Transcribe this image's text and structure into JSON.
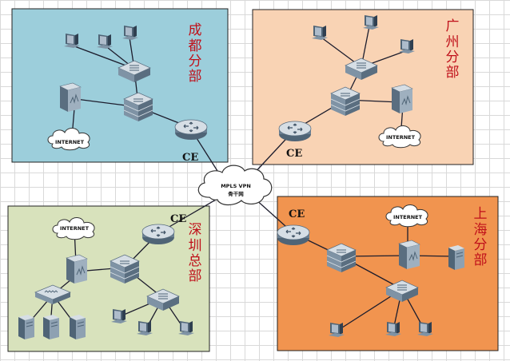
{
  "colors": {
    "chengdu": "#9ccedb",
    "guangzhou": "#f9d3b4",
    "shenzhen": "#d8e2bc",
    "shanghai": "#f1944f",
    "title_text": "#c0101a",
    "link": "#1d1d2d",
    "device_top": "#d6dee5",
    "device_body": "#7f93a5",
    "device_dark": "#4f6476"
  },
  "regions": {
    "chengdu": {
      "title_chars": [
        "成",
        "都",
        "分",
        "部"
      ],
      "ce_label": "CE",
      "internet_label": "INTERNET"
    },
    "guangzhou": {
      "title_chars": [
        "广",
        "州",
        "分",
        "部"
      ],
      "ce_label": "CE",
      "internet_label": "INTERNET"
    },
    "shenzhen": {
      "title_chars": [
        "深",
        "圳",
        "总",
        "部"
      ],
      "ce_label": "CE",
      "internet_label": "INTERNET"
    },
    "shanghai": {
      "title_chars": [
        "上",
        "海",
        "分",
        "部"
      ],
      "ce_label": "CE",
      "internet_label": "INTERNET"
    }
  },
  "backbone": {
    "line1": "MPLS VPN",
    "line2": "骨干网"
  },
  "icons": {
    "router": "router-icon",
    "switch": "switch-icon",
    "core_switch": "core-switch-icon",
    "firewall": "firewall-icon",
    "pc": "pc-icon",
    "server": "server-icon",
    "hub": "hub-icon",
    "cloud": "cloud-icon"
  }
}
